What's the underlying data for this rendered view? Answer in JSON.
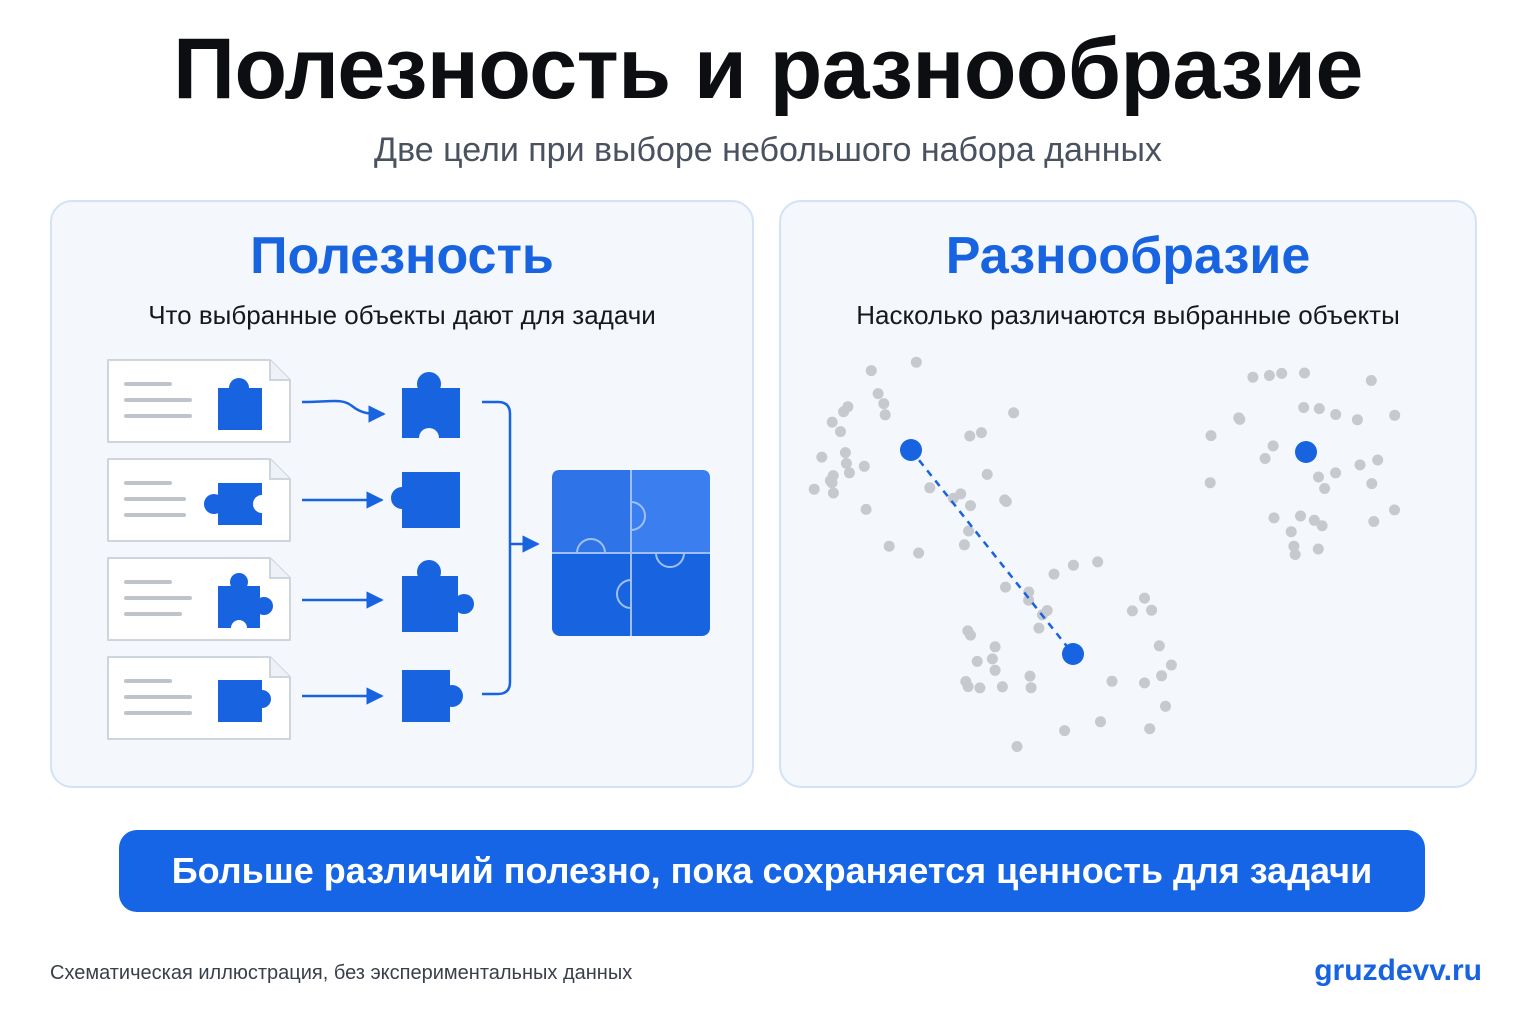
{
  "title": "Полезность и разнообразие",
  "subtitle": "Две цели при выборе небольшого набора данных",
  "utility": {
    "title": "Полезность",
    "subtitle": "Что выбранные объекты дают для задачи"
  },
  "diversity": {
    "title": "Разнообразие",
    "subtitle": "Насколько различаются выбранные объекты"
  },
  "banner": "Больше различий  полезно, пока сохраняется ценность для задачи",
  "footnote": "Схематическая иллюстрация, без экспериментальных данных",
  "brand": "gruzdevv.ru",
  "colors": {
    "accent": "#1763e0",
    "accent_dark": "#1565e6",
    "dots": "#c6c9ce",
    "panel_bg": "#f4f7fc",
    "panel_border": "#d3e2f6"
  },
  "icons": {
    "document": "document-icon",
    "puzzle": "puzzle-piece-icon",
    "arrow": "arrow-right-icon",
    "assembled": "assembled-puzzle-icon"
  }
}
